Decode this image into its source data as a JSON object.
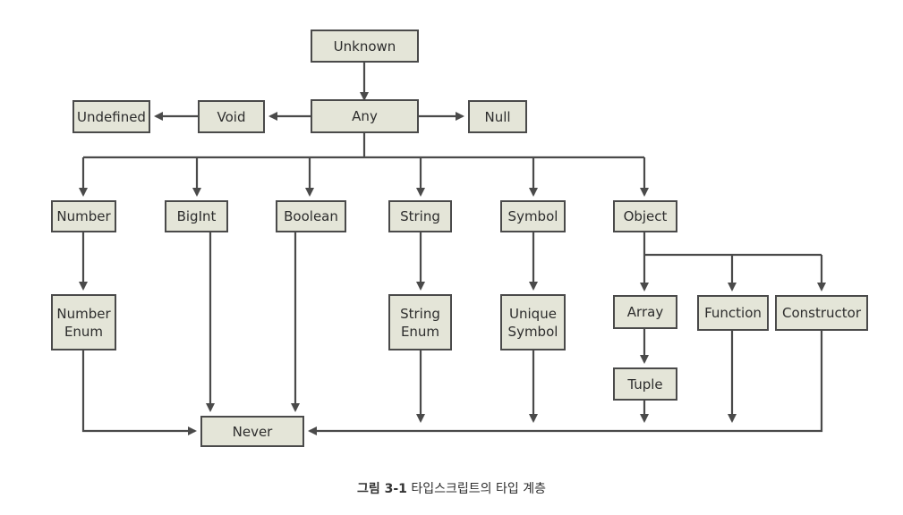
{
  "nodes": {
    "unknown": "Unknown",
    "any": "Any",
    "void": "Void",
    "undefined": "Undefined",
    "null": "Null",
    "number": "Number",
    "bigint": "BigInt",
    "boolean": "Boolean",
    "string": "String",
    "symbol": "Symbol",
    "object": "Object",
    "number_enum": "Number\nEnum",
    "string_enum": "String\nEnum",
    "unique_symbol": "Unique\nSymbol",
    "array": "Array",
    "function": "Function",
    "constructor": "Constructor",
    "tuple": "Tuple",
    "never": "Never"
  },
  "caption": {
    "number": "그림 3-1",
    "text": "타입스크립트의 타입 계층"
  },
  "colors": {
    "box_fill": "#e4e5d8",
    "line": "#4a4a4a"
  }
}
